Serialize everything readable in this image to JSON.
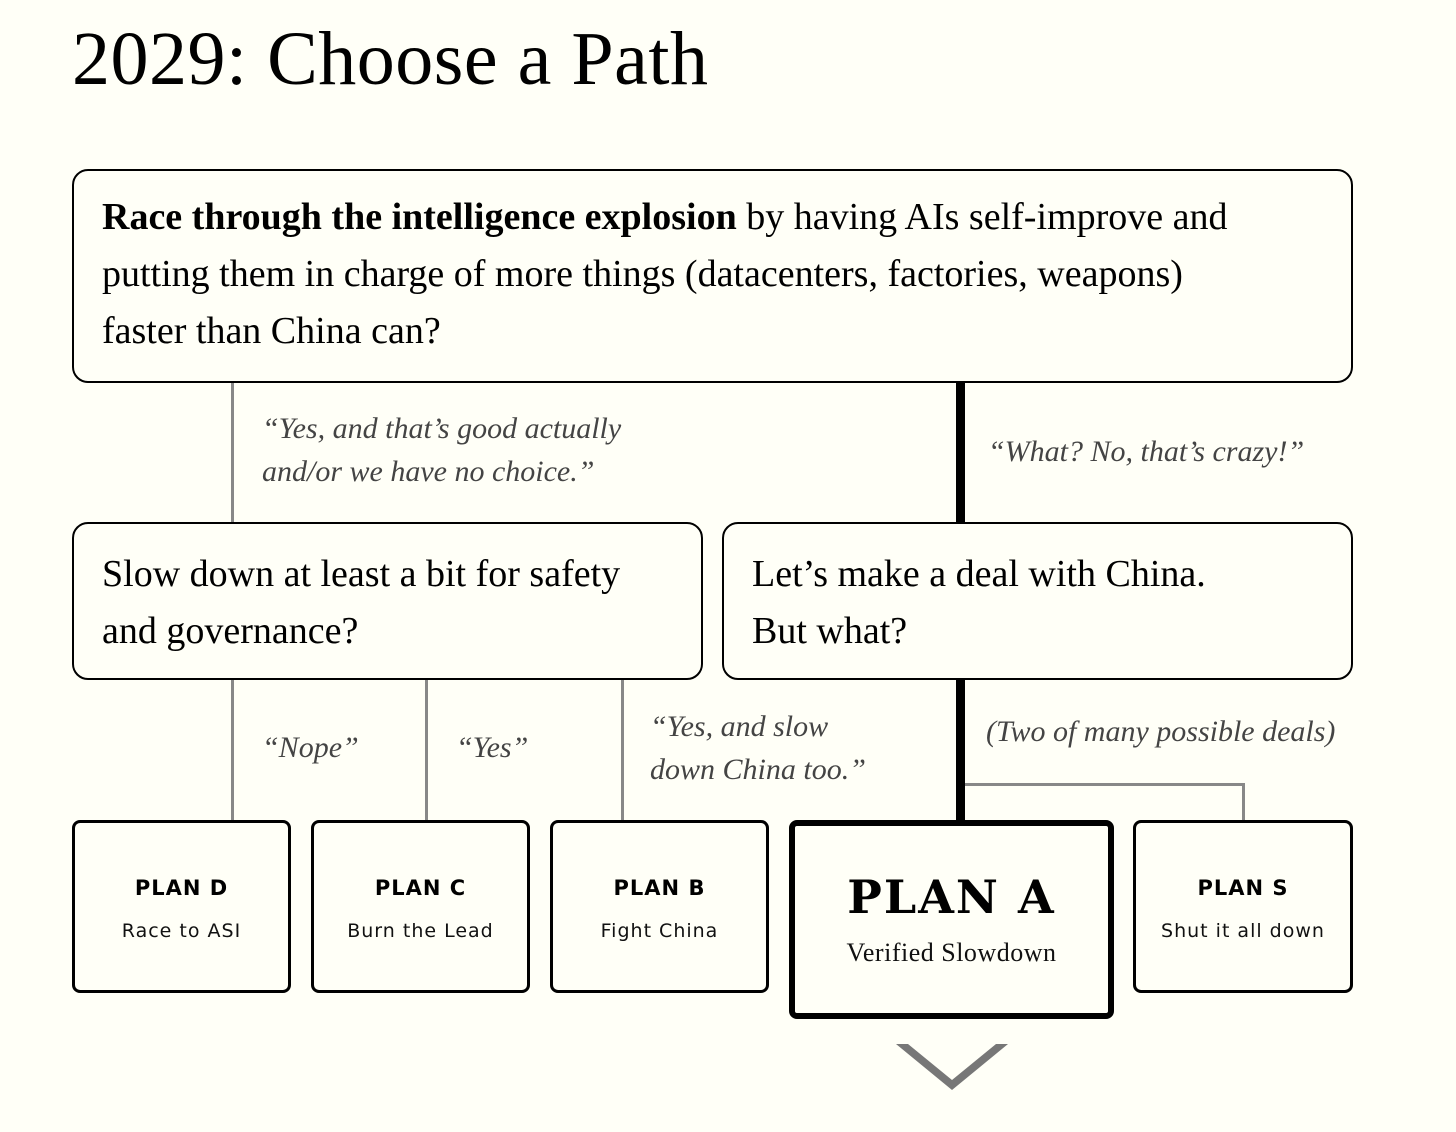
{
  "title": "2029: Choose a Path",
  "root_question": {
    "bold": "Race through the intelligence explosion",
    "line1_rest": " by having AIs self-improve and",
    "line2": "putting them in charge of more things (datacenters, factories, weapons)",
    "line3": "faster than China can?"
  },
  "edges": {
    "yes_good": [
      "“Yes, and that’s good actually",
      " and/or we have no choice.”"
    ],
    "no_crazy": "“What? No, that’s crazy!”",
    "nope": "“Nope”",
    "yes": "“Yes”",
    "yes_slow": [
      "“Yes, and slow",
      "down China too.”"
    ],
    "two_deals": "(Two of many possible deals)"
  },
  "slow_question": [
    "Slow down at least a bit for safety",
    "and governance?"
  ],
  "deal_question": [
    "Let’s make a deal with China.",
    "But what?"
  ],
  "plans": [
    {
      "name": "PLAN D",
      "subtitle": "Race to ASI"
    },
    {
      "name": "PLAN C",
      "subtitle": "Burn the Lead"
    },
    {
      "name": "PLAN B",
      "subtitle": "Fight China"
    },
    {
      "name": "PLAN A",
      "subtitle": "Verified Slowdown"
    },
    {
      "name": "PLAN S",
      "subtitle": "Shut it all down"
    }
  ],
  "colors": {
    "background": "#fffff7",
    "line": "#888888",
    "highlight": "#000000",
    "chevron": "#777777"
  },
  "icons": {
    "chevron": "chevron-down-icon"
  }
}
